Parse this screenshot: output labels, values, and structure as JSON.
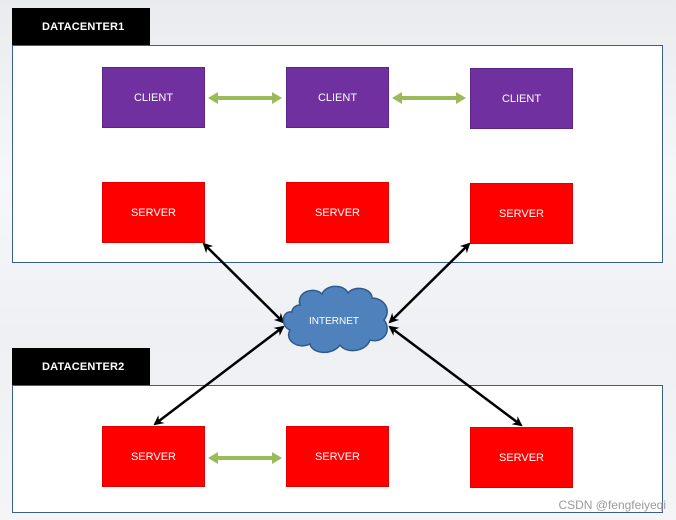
{
  "datacenters": [
    {
      "label": "DATACENTER1"
    },
    {
      "label": "DATACENTER2"
    }
  ],
  "dc1": {
    "clients": [
      "CLIENT",
      "CLIENT",
      "CLIENT"
    ],
    "servers": [
      "SERVER",
      "SERVER",
      "SERVER"
    ]
  },
  "dc2": {
    "servers": [
      "SERVER",
      "SERVER",
      "SERVER"
    ]
  },
  "internet": {
    "label": "INTERNET"
  },
  "watermark": "CSDN @fengfeiyeqi",
  "colors": {
    "client": "#7030a0",
    "server": "#ff0000",
    "cloud": "#4f81bd",
    "sync_arrow": "#9bbb59",
    "link_arrow": "#000000",
    "frame": "#3a5f8a"
  }
}
